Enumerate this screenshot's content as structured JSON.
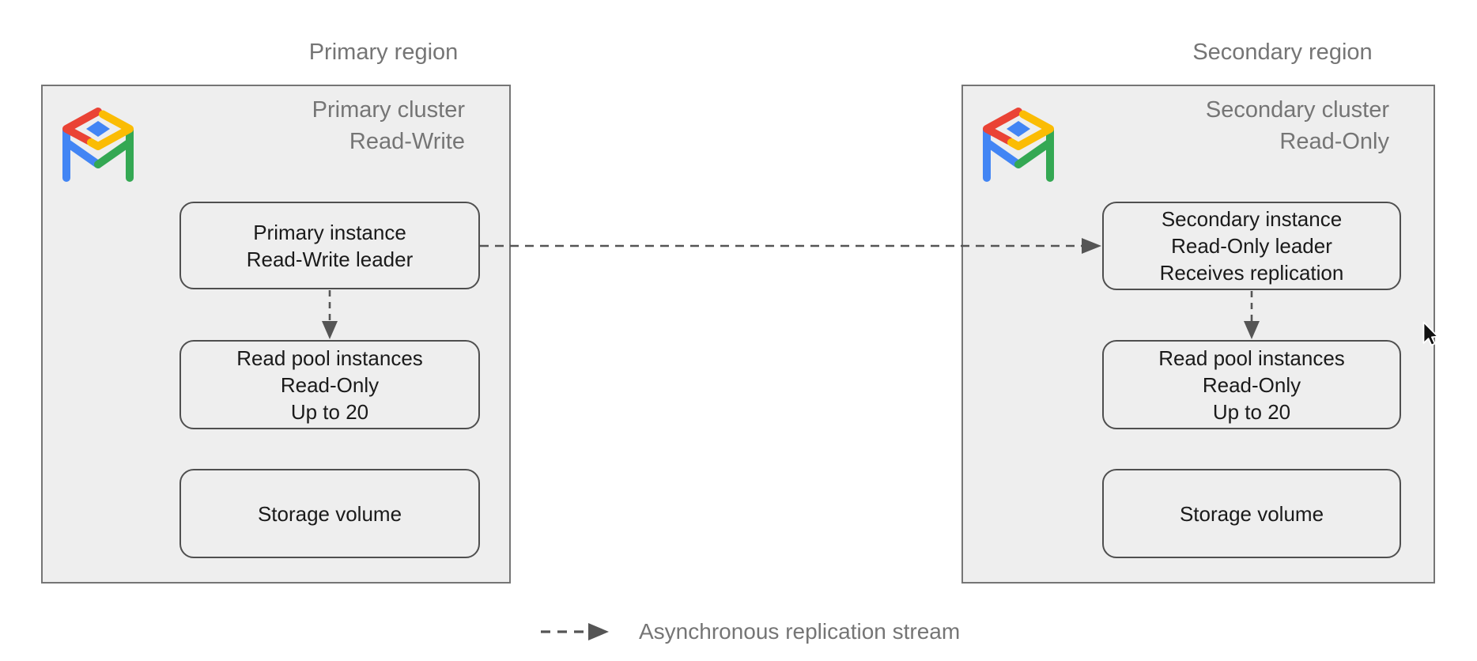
{
  "diagram": {
    "regions": [
      {
        "label": "Primary region",
        "cluster": {
          "title": [
            "Primary cluster",
            "Read-Write"
          ],
          "icon": "alloydb-icon",
          "nodes": [
            {
              "lines": [
                "Primary instance",
                "Read-Write leader"
              ]
            },
            {
              "lines": [
                "Read pool instances",
                "Read-Only",
                "Up to 20"
              ]
            },
            {
              "lines": [
                "Storage volume"
              ]
            }
          ]
        }
      },
      {
        "label": "Secondary region",
        "cluster": {
          "title": [
            "Secondary cluster",
            "Read-Only"
          ],
          "icon": "alloydb-icon",
          "nodes": [
            {
              "lines": [
                "Secondary instance",
                "Read-Only leader",
                "Receives replication"
              ]
            },
            {
              "lines": [
                "Read pool instances",
                "Read-Only",
                "Up to 20"
              ]
            },
            {
              "lines": [
                "Storage volume"
              ]
            }
          ]
        }
      }
    ],
    "legend": {
      "label": "Asynchronous replication stream"
    },
    "colors": {
      "page_bg": "#ffffff",
      "cluster_fill": "#eeeeee",
      "cluster_border": "#757575",
      "node_fill": "#eeeeee",
      "node_border": "#4f4f4f",
      "node_text": "#1a1a1a",
      "muted_text": "#757575",
      "arrow": "#555555",
      "icon_red": "#EA4335",
      "icon_yellow": "#FBBC04",
      "icon_green": "#34A853",
      "icon_blue": "#4285F4"
    }
  }
}
